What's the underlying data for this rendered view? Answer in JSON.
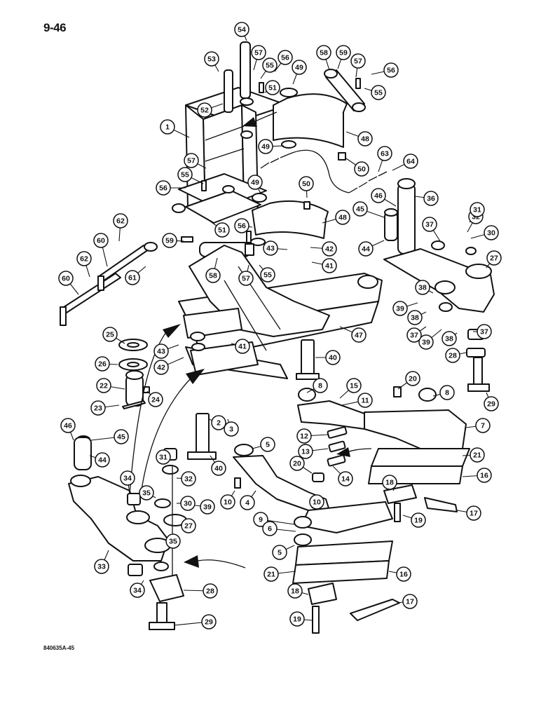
{
  "page_number": "9-46",
  "figure_code": "840635A-45",
  "callouts": [
    {
      "label": "54"
    },
    {
      "label": "53"
    },
    {
      "label": "57"
    },
    {
      "label": "56"
    },
    {
      "label": "55"
    },
    {
      "label": "49"
    },
    {
      "label": "51"
    },
    {
      "label": "52"
    },
    {
      "label": "58"
    },
    {
      "label": "59"
    },
    {
      "label": "57"
    },
    {
      "label": "56"
    },
    {
      "label": "55"
    },
    {
      "label": "1"
    },
    {
      "label": "48"
    },
    {
      "label": "49"
    },
    {
      "label": "50"
    },
    {
      "label": "63"
    },
    {
      "label": "64"
    },
    {
      "label": "57"
    },
    {
      "label": "55"
    },
    {
      "label": "56"
    },
    {
      "label": "49"
    },
    {
      "label": "50"
    },
    {
      "label": "46"
    },
    {
      "label": "36"
    },
    {
      "label": "45"
    },
    {
      "label": "62"
    },
    {
      "label": "51"
    },
    {
      "label": "56"
    },
    {
      "label": "48"
    },
    {
      "label": "44"
    },
    {
      "label": "32"
    },
    {
      "label": "31"
    },
    {
      "label": "37"
    },
    {
      "label": "30"
    },
    {
      "label": "60"
    },
    {
      "label": "59"
    },
    {
      "label": "43"
    },
    {
      "label": "42"
    },
    {
      "label": "27"
    },
    {
      "label": "62"
    },
    {
      "label": "58"
    },
    {
      "label": "57"
    },
    {
      "label": "55"
    },
    {
      "label": "41"
    },
    {
      "label": "60"
    },
    {
      "label": "61"
    },
    {
      "label": "38"
    },
    {
      "label": "39"
    },
    {
      "label": "38"
    },
    {
      "label": "37"
    },
    {
      "label": "25"
    },
    {
      "label": "43"
    },
    {
      "label": "41"
    },
    {
      "label": "47"
    },
    {
      "label": "39"
    },
    {
      "label": "38"
    },
    {
      "label": "37"
    },
    {
      "label": "26"
    },
    {
      "label": "42"
    },
    {
      "label": "40"
    },
    {
      "label": "28"
    },
    {
      "label": "22"
    },
    {
      "label": "24"
    },
    {
      "label": "23"
    },
    {
      "label": "8"
    },
    {
      "label": "15"
    },
    {
      "label": "20"
    },
    {
      "label": "8"
    },
    {
      "label": "11"
    },
    {
      "label": "29"
    },
    {
      "label": "2"
    },
    {
      "label": "3"
    },
    {
      "label": "7"
    },
    {
      "label": "46"
    },
    {
      "label": "45"
    },
    {
      "label": "12"
    },
    {
      "label": "5"
    },
    {
      "label": "13"
    },
    {
      "label": "44"
    },
    {
      "label": "21"
    },
    {
      "label": "40"
    },
    {
      "label": "20"
    },
    {
      "label": "14"
    },
    {
      "label": "16"
    },
    {
      "label": "31"
    },
    {
      "label": "34"
    },
    {
      "label": "32"
    },
    {
      "label": "18"
    },
    {
      "label": "35"
    },
    {
      "label": "30"
    },
    {
      "label": "10"
    },
    {
      "label": "4"
    },
    {
      "label": "10"
    },
    {
      "label": "39"
    },
    {
      "label": "17"
    },
    {
      "label": "19"
    },
    {
      "label": "27"
    },
    {
      "label": "9"
    },
    {
      "label": "6"
    },
    {
      "label": "35"
    },
    {
      "label": "33"
    },
    {
      "label": "5"
    },
    {
      "label": "21"
    },
    {
      "label": "16"
    },
    {
      "label": "34"
    },
    {
      "label": "28"
    },
    {
      "label": "18"
    },
    {
      "label": "17"
    },
    {
      "label": "29"
    },
    {
      "label": "19"
    }
  ]
}
